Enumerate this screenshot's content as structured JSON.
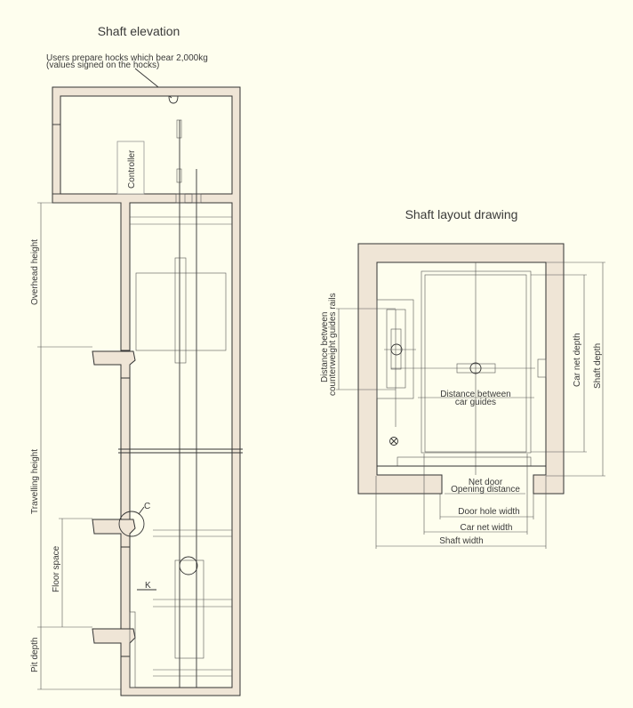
{
  "elevation": {
    "title": "Shaft elevation",
    "hook_note_line1": "Users prepare hocks which bear 2,000kg",
    "hook_note_line2": "(values signed on the hocks)",
    "controller": "Controller",
    "overhead_height": "Overhead height",
    "travelling_height": "Travelling height",
    "floor_space": "Floor space",
    "pit_depth": "Pit depth",
    "detail_c": "C",
    "detail_k": "K"
  },
  "layout": {
    "title": "Shaft layout drawing",
    "cw_guides_line1": "Distance between",
    "cw_guides_line2": "counterweight guides rails",
    "car_guides_line1": "Distance between",
    "car_guides_line2": "car guides",
    "car_net_depth": "Car net depth",
    "shaft_depth": "Shaft depth",
    "net_door_line1": "Net door",
    "net_door_line2": "Opening distance",
    "door_hole_width": "Door hole width",
    "car_net_width": "Car net width",
    "shaft_width": "Shaft width"
  },
  "colors": {
    "background": "#fefeee",
    "wall": "#efe5d6",
    "line": "#333333"
  }
}
